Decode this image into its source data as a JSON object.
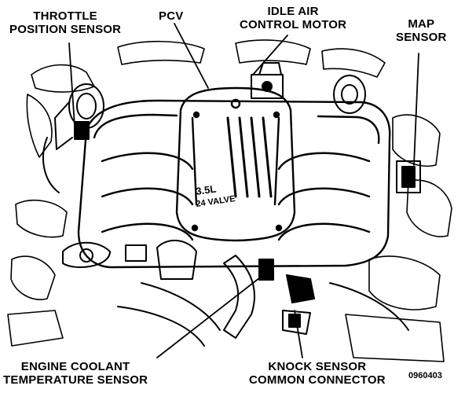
{
  "colors": {
    "ink": "#000000",
    "paper": "#ffffff"
  },
  "labels": {
    "throttle_position_sensor": {
      "line1": "THROTTLE",
      "line2": "POSITION SENSOR"
    },
    "pcv": {
      "line1": "PCV"
    },
    "idle_air_control_motor": {
      "line1": "IDLE AIR",
      "line2": "CONTROL MOTOR"
    },
    "map_sensor": {
      "line1": "MAP",
      "line2": "SENSOR"
    },
    "engine_coolant_temperature_sensor": {
      "line1": "ENGINE COOLANT",
      "line2": "TEMPERATURE SENSOR"
    },
    "knock_sensor_common_connector": {
      "line1": "KNOCK SENSOR",
      "line2": "COMMON CONNECTOR"
    }
  },
  "intake_logo": {
    "line1": "3.5L",
    "line2": "24 VALVE"
  },
  "figure_id": "0960403"
}
